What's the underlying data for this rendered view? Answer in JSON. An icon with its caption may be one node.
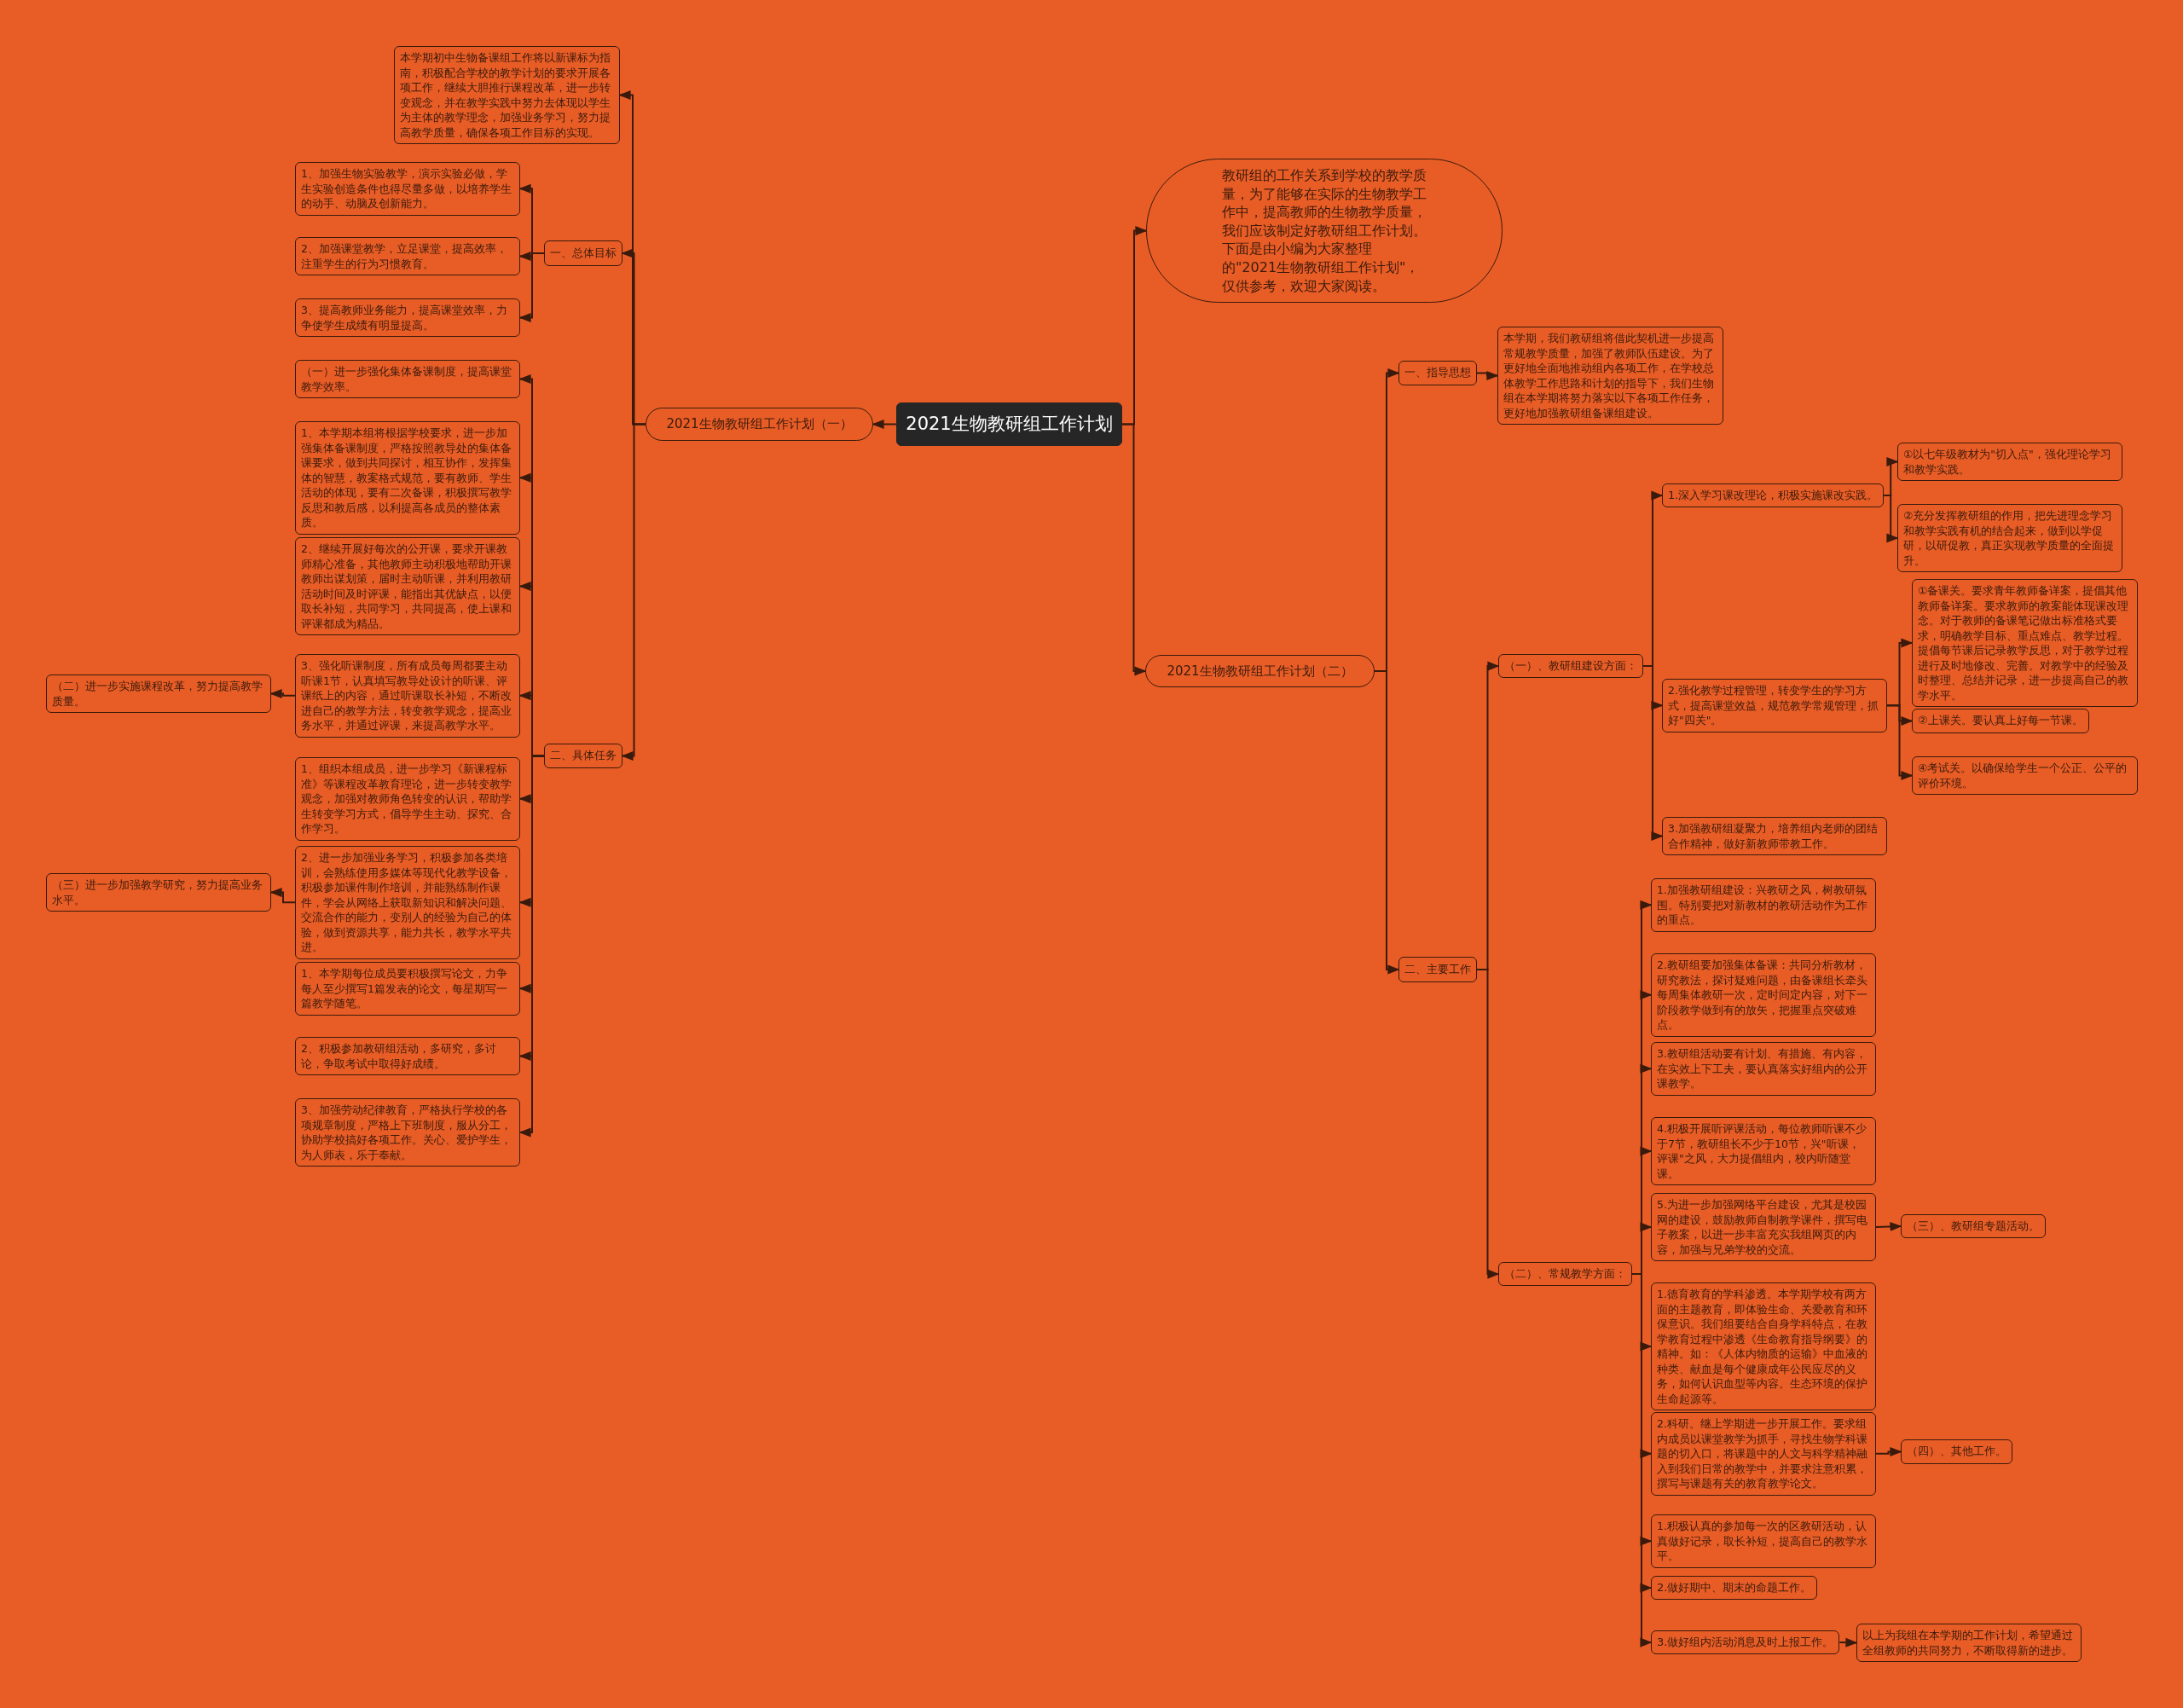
{
  "diagram": {
    "nodes": [
      {
        "text": [
          "2021生物教研组工作计划"
        ]
      },
      {
        "text": [
          "2021生物教研组工作计划（一）"
        ]
      },
      {
        "text": [
          "本学期初中生物备课组工作将以新课标为指南，积极配合学校的教学计划的要求开展各项工作，继续大胆推行课程改革，进一步转变观念，并在教学实践中努力去体现以学生为主体的教学理念，加强业务学习，努力提高教学质量，确保各项工作目标的实现。"
        ]
      },
      {
        "text": [
          "一、总体目标"
        ]
      },
      {
        "text": [
          "1、加强生物实验教学，演示实验必做，学生实验创造条件也得尽量多做，以培养学生的动手、动脑及创新能力。"
        ]
      },
      {
        "text": [
          "2、加强课堂教学，立足课堂，提高效率，注重学生的行为习惯教育。"
        ]
      },
      {
        "text": [
          "3、提高教师业务能力，提高课堂效率，力争使学生成绩有明显提高。"
        ]
      },
      {
        "text": [
          "二、具体任务"
        ]
      },
      {
        "text": [
          "（一）进一步强化集体备课制度，提高课堂教学效率。"
        ]
      },
      {
        "text": [
          "1、本学期本组将根据学校要求，进一步加强集体备课制度，严格按照教导处的集体备课要求，做到共同探讨，相互协作，发挥集体的智慧，教案格式规范，要有教师、学生活动的体现，要有二次备课，积极撰写教学反思和教后感，以利提高各成员的整体素质。"
        ]
      },
      {
        "text": [
          "2、继续开展好每次的公开课，要求开课教师精心准备，其他教师主动积极地帮助开课教师出谋划策，届时主动听课，并利用教研活动时间及时评课，能指出其优缺点，以便取长补短，共同学习，共同提高，使上课和评课都成为精品。"
        ]
      },
      {
        "text": [
          "3、强化听课制度，所有成员每周都要主动听课1节，认真填写教导处设计的听课、评课纸上的内容，通过听课取长补短，不断改进自己的教学方法，转变教学观念，提高业务水平，并通过评课，来提高教学水平。"
        ]
      },
      {
        "text": [
          "（二）进一步实施课程改革，努力提高教学质量。"
        ]
      },
      {
        "text": [
          "1、组织本组成员，进一步学习《新课程标准》等课程改革教育理论，进一步转变教学观念，加强对教师角色转变的认识，帮助学生转变学习方式，倡导学生主动、探究、合作学习。"
        ]
      },
      {
        "text": [
          "2、进一步加强业务学习，积极参加各类培训，会熟练使用多媒体等现代化教学设备，积极参加课件制作培训，并能熟练制作课件，学会从网络上获取新知识和解决问题、交流合作的能力，变别人的经验为自己的体验，做到资源共享，能力共长，教学水平共进。"
        ]
      },
      {
        "text": [
          "（三）进一步加强教学研究，努力提高业务水平。"
        ]
      },
      {
        "text": [
          "1、本学期每位成员要积极撰写论文，力争每人至少撰写1篇发表的论文，每星期写一篇教学随笔。"
        ]
      },
      {
        "text": [
          "2、积极参加教研组活动，多研究，多讨论，争取考试中取得好成绩。"
        ]
      },
      {
        "text": [
          "3、加强劳动纪律教育，严格执行学校的各项规章制度，严格上下班制度，服从分工，协助学校搞好各项工作。关心、爱护学生，为人师表，乐于奉献。"
        ]
      },
      {
        "text": [
          "教研组的工作关系到学校的教学质量，为了能够在实际的生物教学工作中，提高教师的生物教学质量，我们应该制定好教研组工作计划。下面是由小编为大家整理的\"2021生物教研组工作计划\"，仅供参考，欢迎大家阅读。"
        ]
      },
      {
        "text": [
          "2021生物教研组工作计划（二）"
        ]
      },
      {
        "text": [
          "一、指导思想"
        ]
      },
      {
        "text": [
          "本学期，我们教研组将借此契机进一步提高常规教学质量，加强了教师队伍建设。为了更好地全面地推动组内各项工作，在学校总体教学工作思路和计划的指导下，我们生物组在本学期将努力落实以下各项工作任务，更好地加强教研组备课组建设。"
        ]
      },
      {
        "text": [
          "二、主要工作"
        ]
      },
      {
        "text": [
          "（一）、教研组建设方面："
        ]
      },
      {
        "text": [
          "1.深入学习课改理论，积极实施课改实践。"
        ]
      },
      {
        "text": [
          "①以七年级教材为\"切入点\"，强化理论学习和教学实践。"
        ]
      },
      {
        "text": [
          "②充分发挥教研组的作用，把先进理念学习和教学实践有机的结合起来，做到以学促研，以研促教，真正实现教学质量的全面提升。"
        ]
      },
      {
        "text": [
          "2.强化教学过程管理，转变学生的学习方式，提高课堂效益，规范教学常规管理，抓好\"四关\"。"
        ]
      },
      {
        "text": [
          "①备课关。要求青年教师备详案，提倡其他教师备详案。要求教师的教案能体现课改理念。对于教师的备课笔记做出标准格式要求，明确教学目标、重点难点、教学过程。提倡每节课后记录教学反思，对于教学过程进行及时地修改、完善。对教学中的经验及时整理、总结并记录，进一步提高自己的教学水平。"
        ]
      },
      {
        "text": [
          "②上课关。要认真上好每一节课。"
        ]
      },
      {
        "text": [
          "④考试关。以确保给学生一个公正、公平的评价环境。"
        ]
      },
      {
        "text": [
          "3.加强教研组凝聚力，培养组内老师的团结合作精神，做好新教师带教工作。"
        ]
      },
      {
        "text": [
          "（二）、常规教学方面："
        ]
      },
      {
        "text": [
          "1.加强教研组建设：兴教研之风，树教研氛围。特别要把对新教材的教研活动作为工作的重点。"
        ]
      },
      {
        "text": [
          "2.教研组要加强集体备课：共同分析教材，研究教法，探讨疑难问题，由备课组长牵头每周集体教研一次，定时间定内容，对下一阶段教学做到有的放矢，把握重点突破难点。"
        ]
      },
      {
        "text": [
          "3.教研组活动要有计划、有措施、有内容，在实效上下工夫，要认真落实好组内的公开课教学。"
        ]
      },
      {
        "text": [
          "4.积极开展听评课活动，每位教师听课不少于7节，教研组长不少于10节，兴\"听课，评课\"之风，大力提倡组内，校内听随堂课。"
        ]
      },
      {
        "text": [
          "5.为进一步加强网络平台建设，尤其是校园网的建设，鼓励教师自制教学课件，撰写电子教案，以进一步丰富充实我组网页的内容，加强与兄弟学校的交流。"
        ]
      },
      {
        "text": [
          "（三）、教研组专题活动。"
        ]
      },
      {
        "text": [
          "1.德育教育的学科渗透。本学期学校有两方面的主题教育，即体验生命、关爱教育和环保意识。我们组要结合自身学科特点，在教学教育过程中渗透《生命教育指导纲要》的精神。如：《人体内物质的运输》中血液的种类、献血是每个健康成年公民应尽的义务，如何认识血型等内容。生态环境的保护生命起源等。"
        ]
      },
      {
        "text": [
          "2.科研。继上学期进一步开展工作。要求组内成员以课堂教学为抓手，寻找生物学科课题的切入口，将课题中的人文与科学精神融入到我们日常的教学中，并要求注意积累，撰写与课题有关的教育教学论文。"
        ]
      },
      {
        "text": [
          "（四）、其他工作。"
        ]
      },
      {
        "text": [
          "1.积极认真的参加每一次的区教研活动，认真做好记录，取长补短，提高自己的教学水平。"
        ]
      },
      {
        "text": [
          "2.做好期中、期末的命题工作。"
        ]
      },
      {
        "text": [
          "3.做好组内活动消息及时上报工作。"
        ]
      },
      {
        "text": [
          "以上为我组在本学期的工作计划，希望通过全组教师的共同努力，不断取得新的进步。"
        ]
      }
    ],
    "edges": [
      {
        "from": 0,
        "to": 1,
        "arrow": "to"
      },
      {
        "from": 1,
        "to": 2,
        "arrow": "to"
      },
      {
        "from": 1,
        "to": 3,
        "arrow": "to"
      },
      {
        "from": 3,
        "to": 4,
        "arrow": "to"
      },
      {
        "from": 3,
        "to": 5,
        "arrow": "to"
      },
      {
        "from": 3,
        "to": 6,
        "arrow": "to"
      },
      {
        "from": 1,
        "to": 7,
        "arrow": "to"
      },
      {
        "from": 7,
        "to": 8,
        "arrow": "to"
      },
      {
        "from": 7,
        "to": 9,
        "arrow": "to"
      },
      {
        "from": 7,
        "to": 10,
        "arrow": "to"
      },
      {
        "from": 7,
        "to": 11,
        "arrow": "to"
      },
      {
        "from": 11,
        "to": 12,
        "arrow": "to"
      },
      {
        "from": 7,
        "to": 13,
        "arrow": "to"
      },
      {
        "from": 7,
        "to": 14,
        "arrow": "to"
      },
      {
        "from": 14,
        "to": 15,
        "arrow": "to"
      },
      {
        "from": 7,
        "to": 16,
        "arrow": "to"
      },
      {
        "from": 7,
        "to": 17,
        "arrow": "to"
      },
      {
        "from": 7,
        "to": 18,
        "arrow": "to"
      },
      {
        "from": 0,
        "to": 19,
        "arrow": "to"
      },
      {
        "from": 0,
        "to": 20,
        "arrow": "to"
      },
      {
        "from": 20,
        "to": 21,
        "arrow": "to"
      },
      {
        "from": 21,
        "to": 22,
        "arrow": "to"
      },
      {
        "from": 20,
        "to": 23,
        "arrow": "to"
      },
      {
        "from": 23,
        "to": 24,
        "arrow": "to"
      },
      {
        "from": 24,
        "to": 25,
        "arrow": "to"
      },
      {
        "from": 25,
        "to": 26,
        "arrow": "to"
      },
      {
        "from": 25,
        "to": 27,
        "arrow": "to"
      },
      {
        "from": 24,
        "to": 28,
        "arrow": "to"
      },
      {
        "from": 28,
        "to": 29,
        "arrow": "to"
      },
      {
        "from": 28,
        "to": 30,
        "arrow": "to"
      },
      {
        "from": 28,
        "to": 31,
        "arrow": "to"
      },
      {
        "from": 24,
        "to": 32,
        "arrow": "to"
      },
      {
        "from": 23,
        "to": 33,
        "arrow": "to"
      },
      {
        "from": 33,
        "to": 34,
        "arrow": "to"
      },
      {
        "from": 33,
        "to": 35,
        "arrow": "to"
      },
      {
        "from": 33,
        "to": 36,
        "arrow": "to"
      },
      {
        "from": 33,
        "to": 37,
        "arrow": "to"
      },
      {
        "from": 33,
        "to": 38,
        "arrow": "to"
      },
      {
        "from": 38,
        "to": 39,
        "arrow": "to"
      },
      {
        "from": 33,
        "to": 40,
        "arrow": "to"
      },
      {
        "from": 33,
        "to": 41,
        "arrow": "to"
      },
      {
        "from": 41,
        "to": 42,
        "arrow": "to"
      },
      {
        "from": 33,
        "to": 43,
        "arrow": "to"
      },
      {
        "from": 33,
        "to": 44,
        "arrow": "to"
      },
      {
        "from": 33,
        "to": 45,
        "arrow": "to"
      },
      {
        "from": 45,
        "to": 46,
        "arrow": "to"
      }
    ]
  }
}
